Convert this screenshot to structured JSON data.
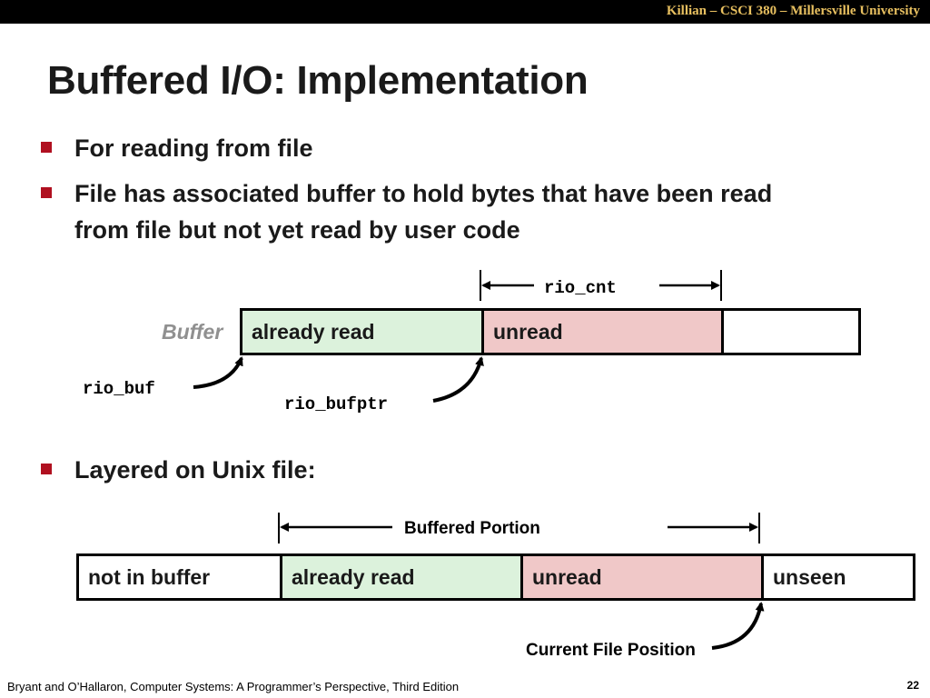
{
  "header": {
    "text": "Killian – CSCI 380 – Millersville University"
  },
  "title": "Buffered I/O: Implementation",
  "bullets": [
    {
      "text": "For reading from file"
    },
    {
      "line1": "File has associated buffer to hold bytes that have been read",
      "line2": "from file but not yet read by user code"
    },
    {
      "text": "Layered on Unix file:"
    }
  ],
  "diagram1": {
    "label": "Buffer",
    "cells": [
      "already read",
      "unread",
      ""
    ],
    "rio_cnt": "rio_cnt",
    "rio_buf": "rio_buf",
    "rio_bufptr": "rio_bufptr"
  },
  "diagram2": {
    "cells": [
      "not in buffer",
      "already read",
      "unread",
      "unseen"
    ],
    "buffered_portion": "Buffered Portion",
    "current_file_position": "Current File Position"
  },
  "footer": {
    "citation": "Bryant and O’Hallaron, Computer Systems: A Programmer’s Perspective, Third Edition",
    "page": "22"
  },
  "colors": {
    "accent": "#b01020",
    "green": "#dcf2dc",
    "pink": "#f0c8c8",
    "header_text": "#e8c060"
  }
}
